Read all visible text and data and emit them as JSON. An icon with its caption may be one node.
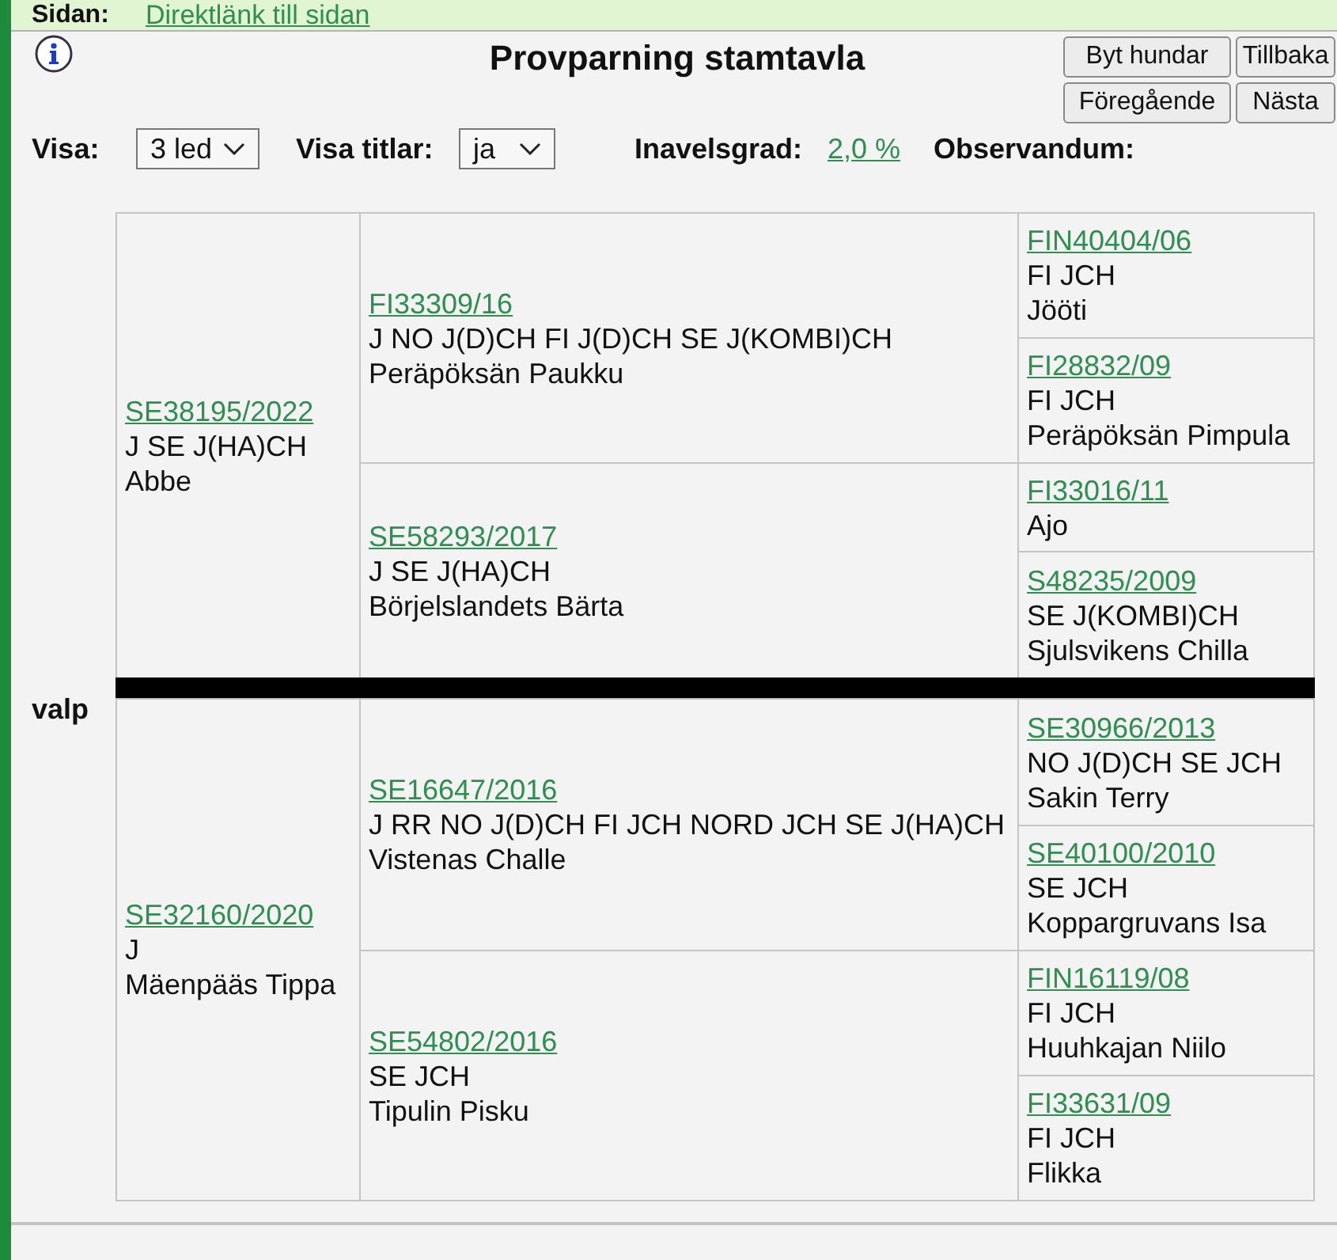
{
  "diagram": {
    "title": "Provparning stamtavla",
    "nodes": [
      {
        "text": [
          "SE38195/2022",
          "J SE J(HA)CH",
          "Abbe"
        ]
      },
      {
        "text": [
          "FI33309/16",
          "J NO J(D)CH FI J(D)CH SE J(KOMBI)CH",
          "Peräpöksän Paukku"
        ]
      },
      {
        "text": [
          "FIN40404/06",
          "FI JCH",
          "Jööti"
        ]
      },
      {
        "text": [
          "FI28832/09",
          "FI JCH",
          "Peräpöksän Pimpula"
        ]
      },
      {
        "text": [
          "SE58293/2017",
          "J SE J(HA)CH",
          "Börjelslandets Bärta"
        ]
      },
      {
        "text": [
          "FI33016/11",
          "Ajo"
        ]
      },
      {
        "text": [
          "S48235/2009",
          "SE J(KOMBI)CH",
          "Sjulsvikens Chilla"
        ]
      },
      {
        "text": [],
        "shape": "bar"
      },
      {
        "text": [
          "SE32160/2020",
          "J",
          "Mäenpääs Tippa"
        ]
      },
      {
        "text": [
          "SE16647/2016",
          "J RR NO J(D)CH FI JCH NORD JCH SE J(HA)CH",
          "Vistenas Challe"
        ]
      },
      {
        "text": [
          "SE30966/2013",
          "NO J(D)CH SE JCH",
          "Sakin Terry"
        ]
      },
      {
        "text": [
          "SE40100/2010",
          "SE JCH",
          "Koppargruvans Isa"
        ]
      },
      {
        "text": [
          "SE54802/2016",
          "SE JCH",
          "Tipulin Pisku"
        ]
      },
      {
        "text": [
          "FIN16119/08",
          "FI JCH",
          "Huuhkajan Niilo"
        ]
      },
      {
        "text": [
          "FI33631/09",
          "FI JCH",
          "Flikka"
        ]
      }
    ],
    "labels": [
      "Sidan:",
      "Direktlänk till sidan",
      "Byt hundar",
      "Tillbaka",
      "Föregående",
      "Nästa",
      "Visa:",
      "3 led",
      "Visa titlar:",
      "ja",
      "Inavelsgrad:",
      "2,0 %",
      "Observandum:",
      "valp"
    ]
  }
}
